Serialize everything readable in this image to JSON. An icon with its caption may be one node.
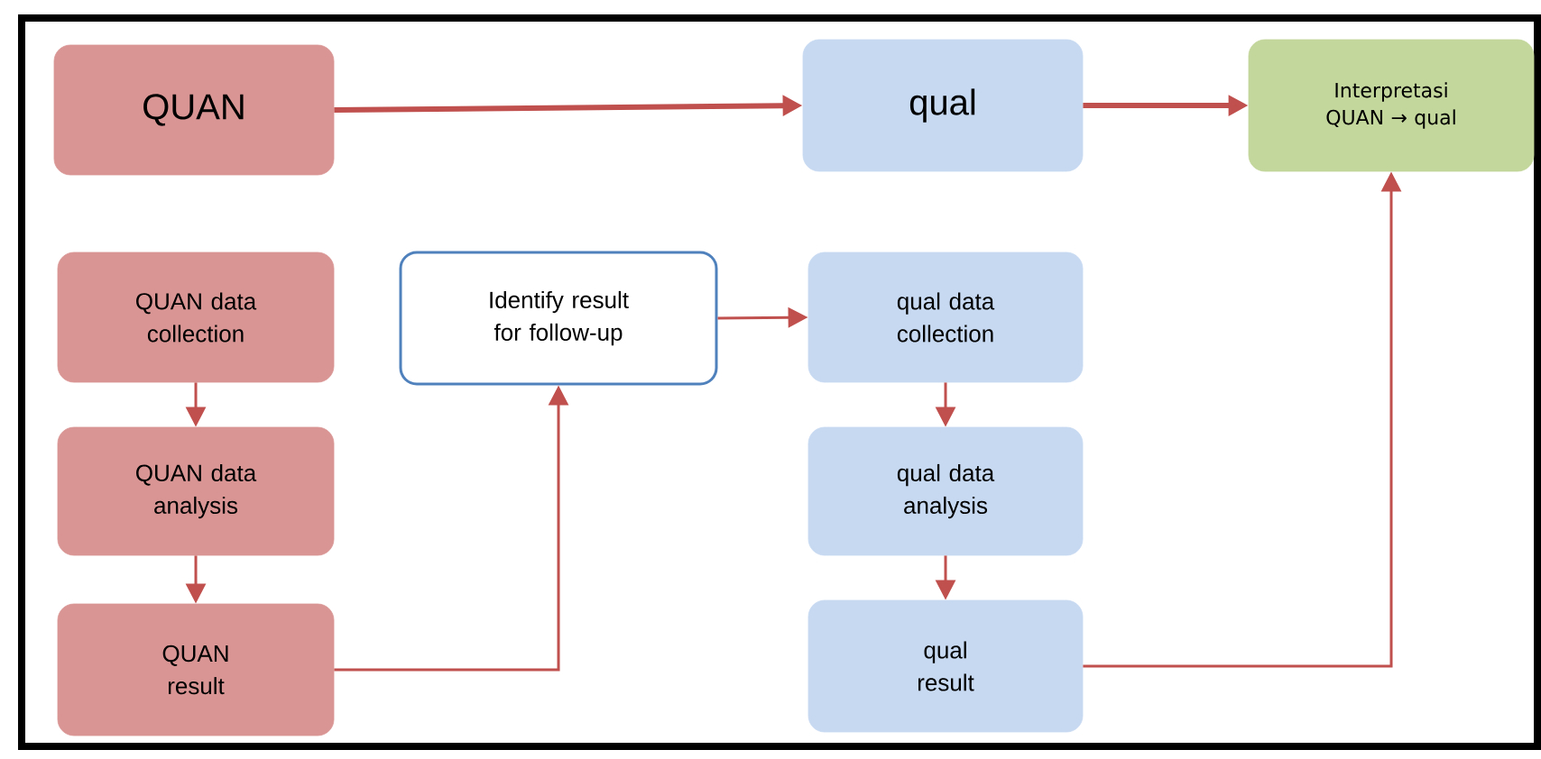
{
  "diagram": {
    "nodes": [
      {
        "text": [
          "QUAN"
        ]
      },
      {
        "text": [
          "qual"
        ]
      },
      {
        "text": [
          "Interpretasi QUAN → qual"
        ]
      },
      {
        "text": [
          "QUAN data collection"
        ]
      },
      {
        "text": [
          "QUAN data analysis"
        ]
      },
      {
        "text": [
          "QUAN result"
        ]
      },
      {
        "text": [
          "Identify result for follow-up"
        ]
      },
      {
        "text": [
          "qual data collection"
        ]
      },
      {
        "text": [
          "qual data analysis"
        ]
      },
      {
        "text": [
          "qual result"
        ]
      }
    ],
    "edges": [
      {
        "from": 0,
        "to": 1,
        "arrow": "to",
        "style": "thick"
      },
      {
        "from": 1,
        "to": 2,
        "arrow": "to",
        "style": "thick"
      },
      {
        "from": 3,
        "to": 4,
        "arrow": "to"
      },
      {
        "from": 4,
        "to": 5,
        "arrow": "to"
      },
      {
        "from": 5,
        "to": 6,
        "arrow": "to"
      },
      {
        "from": 6,
        "to": 7,
        "arrow": "to"
      },
      {
        "from": 7,
        "to": 8,
        "arrow": "to"
      },
      {
        "from": 8,
        "to": 9,
        "arrow": "to"
      },
      {
        "from": 9,
        "to": 2,
        "arrow": "to"
      }
    ]
  }
}
